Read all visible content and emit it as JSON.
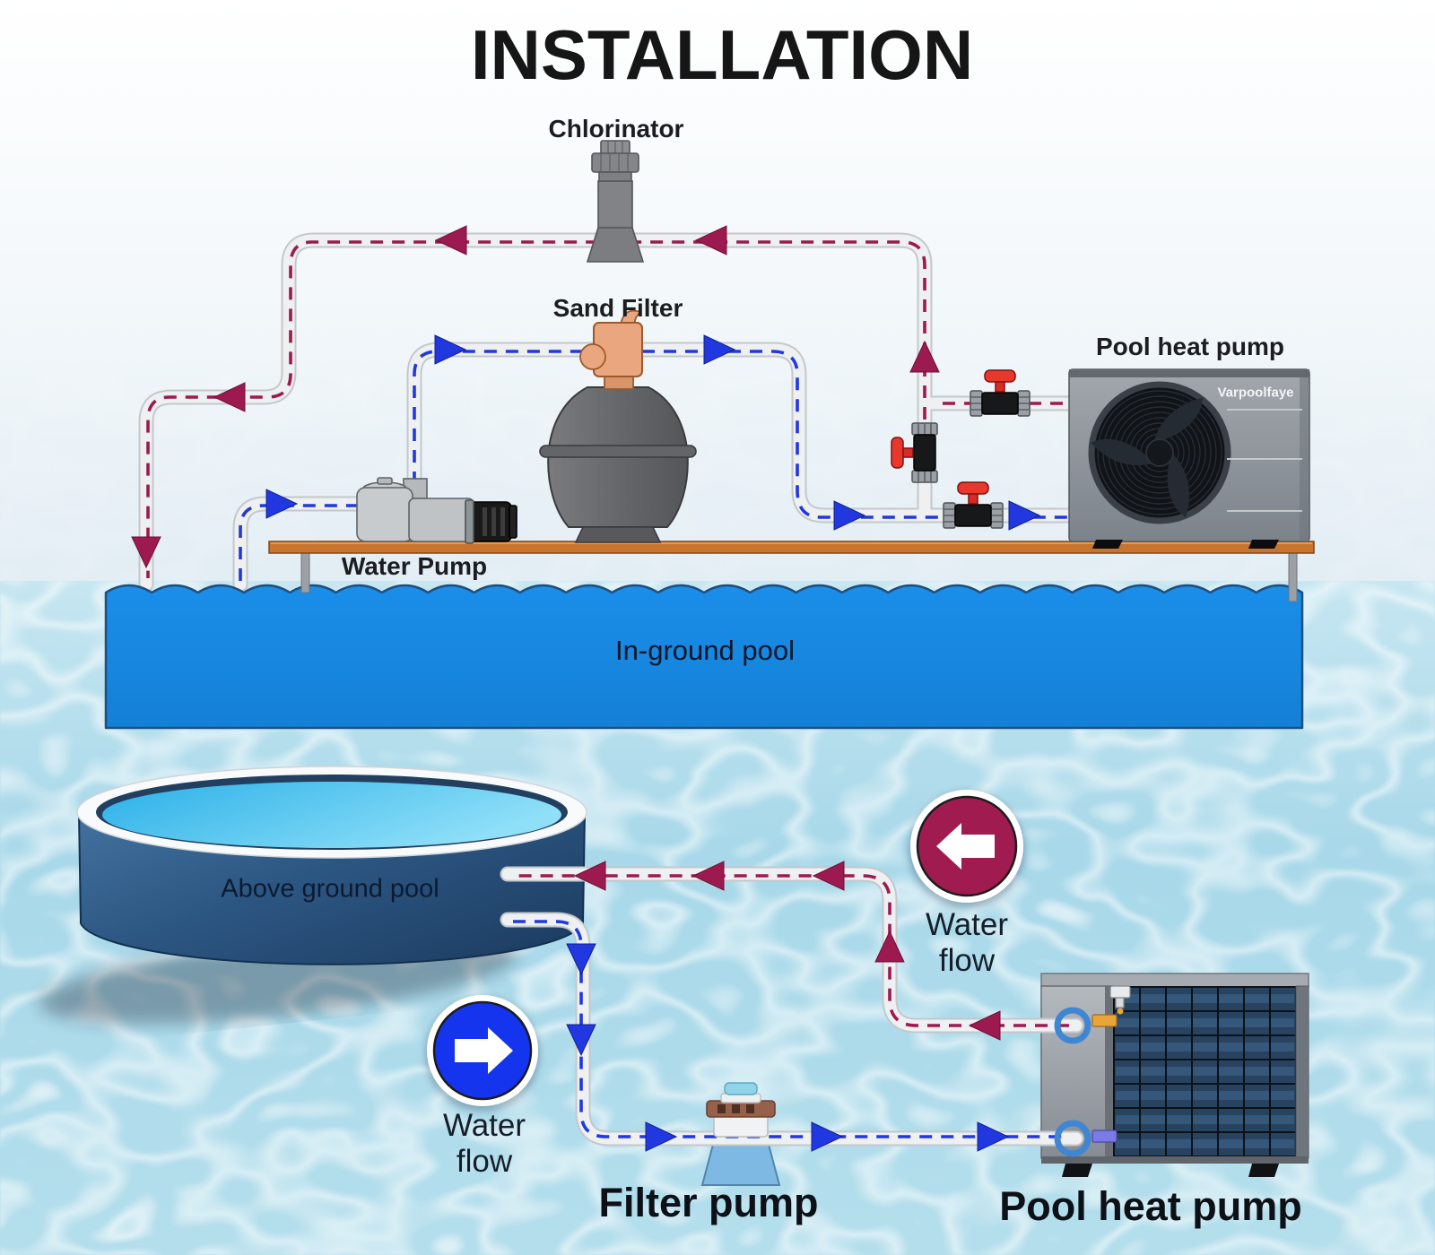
{
  "title": "INSTALLATION",
  "colors": {
    "flow_return": "#9c1a4f",
    "flow_supply": "#2138e0",
    "pipe": "#eef0f1",
    "pool_water": "#1789e3",
    "badge_return": "#a01b50",
    "badge_supply": "#1534ee",
    "deck": "#c8742e"
  },
  "top_diagram": {
    "chlorinator_label": "Chlorinator",
    "sand_filter_label": "Sand Filter",
    "water_pump_label": "Water Pump",
    "heat_pump_label": "Pool heat pump",
    "heat_pump_brand": "Varpoolfaye",
    "pool_label": "In-ground pool"
  },
  "bottom_diagram": {
    "pool_label": "Above ground pool",
    "water_flow_return_label": "Water\nflow",
    "water_flow_supply_label": "Water\nflow",
    "filter_pump_label": "Filter pump",
    "heat_pump_label": "Pool heat pump"
  }
}
